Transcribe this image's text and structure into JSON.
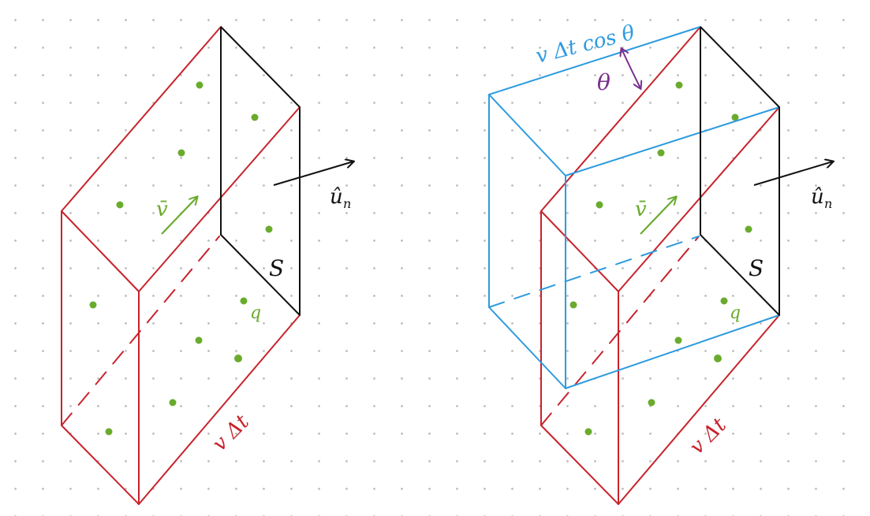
{
  "colors": {
    "red": "#c8232c",
    "black": "#111111",
    "green": "#6aab2e",
    "blue": "#2e9bdf",
    "purple": "#7a2f8e",
    "grid_dot": "#b9b9b9"
  },
  "left_figure": {
    "velocity_label": "v̄",
    "unit_normal_label": "û",
    "unit_normal_subscript": "n",
    "surface_label": "S",
    "charge_label": "q",
    "length_label": "v Δt"
  },
  "right_figure": {
    "velocity_label": "v̄",
    "unit_normal_label": "û",
    "unit_normal_subscript": "n",
    "surface_label": "S",
    "charge_label": "q",
    "length_label": "v Δt",
    "projected_length_label": "v Δt cos θ",
    "angle_label": "θ"
  }
}
